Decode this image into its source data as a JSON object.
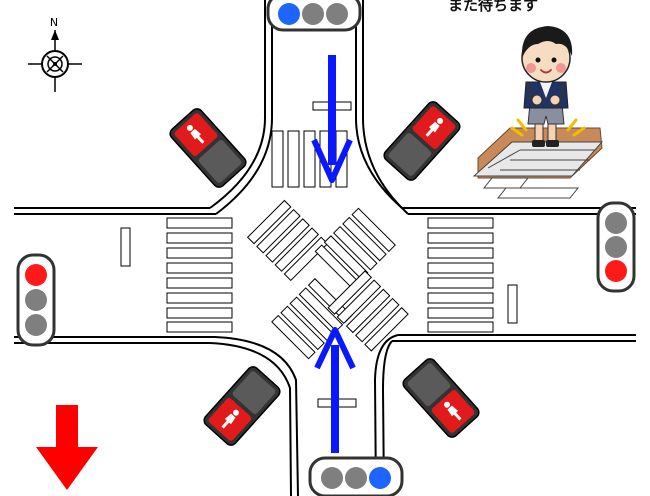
{
  "caption": "また待ちます",
  "compass": {
    "north_label": "N"
  },
  "colors": {
    "road_edge": "#000000",
    "crosswalk_fill": "#ffffff",
    "signal_housing": "#333333",
    "signal_off": "#7f7f7f",
    "signal_green": "#1e64ff",
    "signal_red": "#ff1a1a",
    "ped_red": "#e11b1b",
    "flow_arrow": "#0a18ff",
    "direction_arrow": "#ff0000",
    "curb_platform": "#c98a5a"
  },
  "vehicle_signals": [
    {
      "id": "north",
      "lit": "green"
    },
    {
      "id": "south",
      "lit": "green"
    },
    {
      "id": "east",
      "lit": "red"
    },
    {
      "id": "west",
      "lit": "red"
    }
  ],
  "pedestrian_signals": [
    {
      "id": "nw",
      "lit": "red"
    },
    {
      "id": "ne",
      "lit": "red"
    },
    {
      "id": "sw",
      "lit": "red"
    },
    {
      "id": "se",
      "lit": "red"
    }
  ],
  "icons": {
    "compass": "compass-rose-icon",
    "pedestrian": "standing-person-icon",
    "child": "child-waiting-icon"
  }
}
